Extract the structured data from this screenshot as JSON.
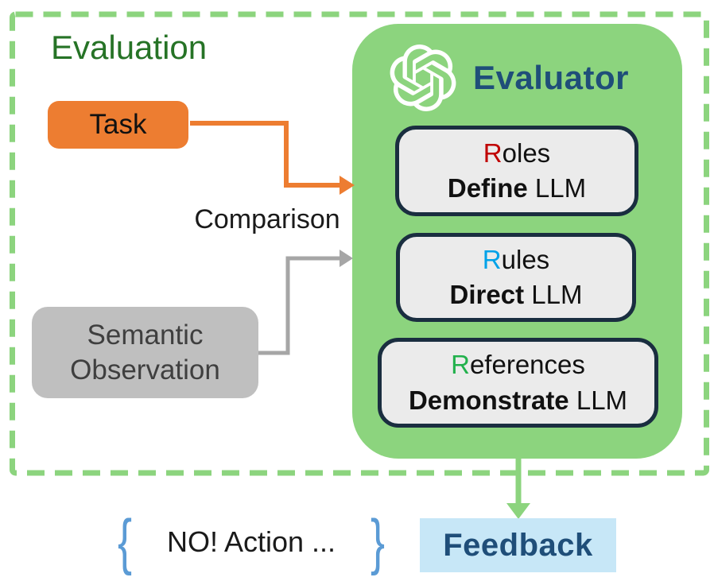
{
  "diagram": {
    "title": "Evaluation",
    "task_label": "Task",
    "comparison_label": "Comparison",
    "semantic_observation_label": "Semantic Observation",
    "evaluator": {
      "title": "Evaluator",
      "boxes": [
        {
          "initial": "R",
          "rest": "oles",
          "verb": "Define",
          "llm": " LLM",
          "initial_color": "#C00000"
        },
        {
          "initial": "R",
          "rest": "ules",
          "verb": "Direct",
          "llm": " LLM",
          "initial_color": "#00A2E8"
        },
        {
          "initial": "R",
          "rest": "eferences",
          "verb": "Demonstrate",
          "llm": " LLM",
          "initial_color": "#22B14C"
        }
      ]
    },
    "feedback_label": "Feedback",
    "no_action": {
      "brace_open": "{",
      "text": "NO! Action ...",
      "brace_close": "}"
    }
  },
  "icons": {
    "evaluator_logo": "openai-logo-icon",
    "task_connector": "orange-elbow-arrow",
    "observation_connector": "gray-elbow-arrow",
    "feedback_connector": "green-down-arrow"
  },
  "colors": {
    "panel_green": "#8CD47E",
    "dash_border_green": "#8CD47E",
    "title_green": "#267326",
    "orange": "#ED7D31",
    "gray_box": "#BFBFBF",
    "gray_text": "#3F3F3F",
    "gray_arrow": "#A6A6A6",
    "navy_text": "#1F4E79",
    "box_border_navy": "#1A2E40",
    "box_fill": "#EBEBEB",
    "red_letter": "#C00000",
    "blue_letter": "#00A2E8",
    "green_letter": "#22B14C",
    "feedback_bg": "#C7E7F7",
    "brace_blue": "#5B9BD5"
  }
}
